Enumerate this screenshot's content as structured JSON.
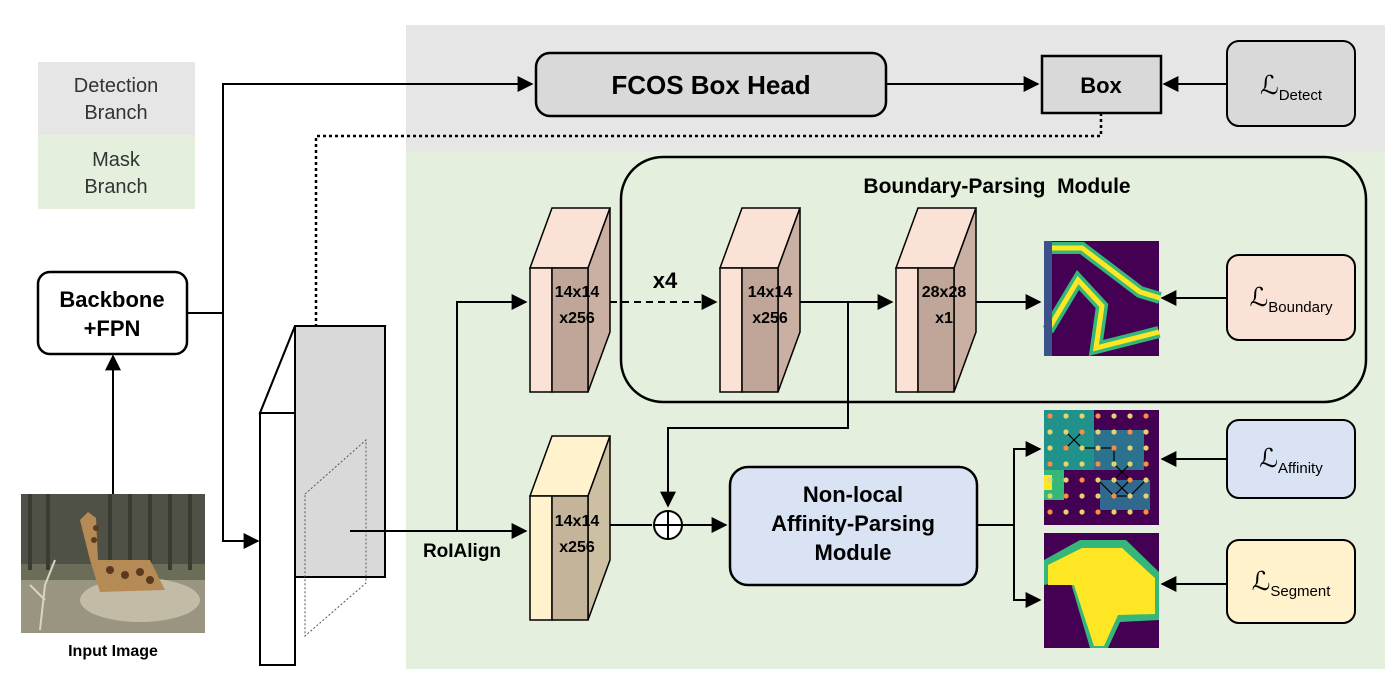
{
  "legend": {
    "detection": [
      "Detection",
      "Branch"
    ],
    "mask": [
      "Mask",
      "Branch"
    ],
    "detection_color": "#e6e6e6",
    "mask_color": "#e5efdd"
  },
  "nodes": {
    "backbone": [
      "Backbone",
      "+FPN"
    ],
    "fcos": "FCOS Box Head",
    "box": "Box",
    "input_image": "Input Image",
    "roialign": "RoIAlign",
    "boundary_module": "Boundary-Parsing  Module",
    "nonlocal": [
      "Non-local",
      "Affinity-Parsing",
      "Module"
    ],
    "repeat": "x4"
  },
  "cubes": {
    "c1": [
      "14x14",
      "x256"
    ],
    "c2": [
      "14x14",
      "x256"
    ],
    "c3": [
      "28x28",
      "x1"
    ],
    "c4": [
      "14x14",
      "x256"
    ]
  },
  "losses": {
    "symbol": "ℒ",
    "detect": "Detect",
    "boundary": "Boundary",
    "affinity": "Affinity",
    "segment": "Segment"
  },
  "colors": {
    "box_fill": "#d9d9d9",
    "boundary_loss_fill": "#fbe2d6",
    "affinity_fill": "#dae3f3",
    "segment_fill": "#fff2cc",
    "feature_dark": "#440154",
    "feature_bright": "#fde725"
  }
}
